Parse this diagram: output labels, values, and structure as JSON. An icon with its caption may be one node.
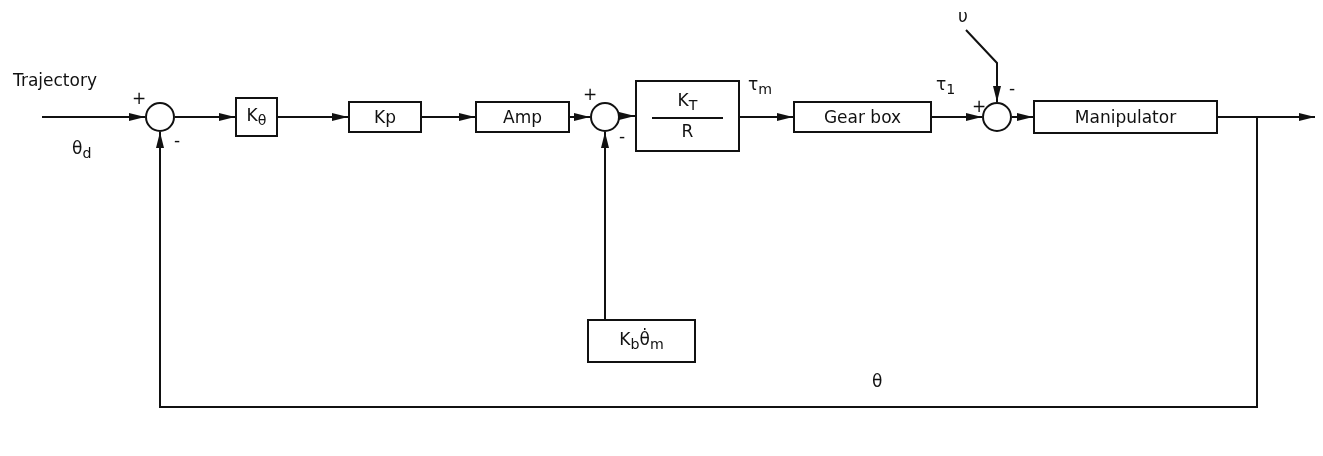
{
  "diagram": {
    "nodes": [
      {
        "text": [],
        "shape": "circle"
      },
      {
        "text": [
          "K$_{θ}$"
        ]
      },
      {
        "text": [
          "Kp"
        ]
      },
      {
        "text": [
          "Amp"
        ]
      },
      {
        "text": [],
        "shape": "circle"
      },
      {
        "text": [
          "K$_{T}$",
          "R"
        ]
      },
      {
        "text": [
          "Gear box"
        ]
      },
      {
        "text": [],
        "shape": "circle"
      },
      {
        "text": [
          "Manipulator"
        ]
      },
      {
        "text": [
          "K$_{b}$θ̇$_{m}$"
        ]
      },
      {
        "text": [
          "υ"
        ]
      }
    ],
    "edges": [
      {
        "from": null,
        "to": 0,
        "arrow": "to"
      },
      {
        "from": 0,
        "to": 1,
        "arrow": "to"
      },
      {
        "from": 1,
        "to": 2,
        "arrow": "to"
      },
      {
        "from": 2,
        "to": 3,
        "arrow": "to"
      },
      {
        "from": 3,
        "to": 4,
        "arrow": "to"
      },
      {
        "from": 4,
        "to": 5,
        "arrow": "to"
      },
      {
        "from": 5,
        "to": 6,
        "arrow": "to",
        "label": "τ$_{m}$"
      },
      {
        "from": 6,
        "to": 7,
        "arrow": "to",
        "label": "τ$_{1}$"
      },
      {
        "from": 7,
        "to": 8,
        "arrow": "to"
      },
      {
        "from": 8,
        "to": null,
        "arrow": "to"
      },
      {
        "from": 8,
        "to": 0,
        "arrow": "to",
        "label": "θ"
      },
      {
        "from": 9,
        "to": 4,
        "arrow": "to"
      },
      {
        "from": 10,
        "to": 7,
        "arrow": "to"
      }
    ],
    "labels": [
      "Trajectory",
      "+",
      "-",
      "θ$_{d}$",
      "+",
      "-",
      "+",
      "-"
    ]
  }
}
